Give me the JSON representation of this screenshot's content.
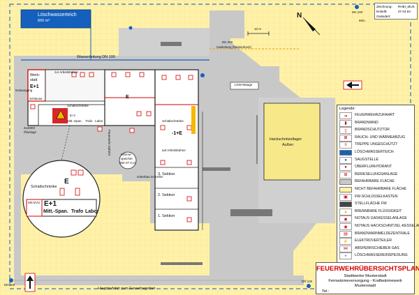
{
  "plan": {
    "pond_label": "Löschwasserteich",
    "pond_volume": "600 m³",
    "water_main": "Wasserleitung DN 100",
    "dn200_line1": "DN 200",
    "dn200_line2": "Gasleitung (Niederdruck)",
    "scale_label": "10 m",
    "north_label": "N",
    "hydrant_dn100": "DN 100",
    "hydrant_distance": "50m",
    "lkw_label": "LKW-Waage",
    "werkstatt_label1": "Werk-",
    "werkstatt_label2": "statt",
    "werkstatt_code": "E+1",
    "arbeitsbuehne": "zur Arbeitsbühne",
    "schleuse": "Schleuse",
    "notausgang": "Notausgang",
    "silo_label1": "2x4000l",
    "silo_label2": "Ölanlage",
    "schaltschraenke_1": "Schaltschränke",
    "mittelspan_1": "Mitt.-Span.",
    "trafo_1": "Trafo",
    "labor_1": "Labor",
    "e_mark": "E",
    "e1_small": "E+1",
    "feuerwehr_zufahrt": "Feuerwehr-Zufahrt",
    "waerme_label1": "Wärme-",
    "waerme_label2": "speicher",
    "waerme_label3": "850 m³ H₂O",
    "guetebau": "Güterbau im Keller",
    "schaltschraenke_2": "Schaltschränke",
    "minus1e": "-1+E",
    "auf_arbeitsbuehne": "auf Arbeitsbühne",
    "section3": "3. Sektion",
    "section2": "2. Sektion",
    "section1": "1. Sektion",
    "hackschnitzel1": "Hackschnitzellager",
    "hackschnitzel2": "Außen",
    "zoom_schalt": "Schaltschränke",
    "zoom_e": "E",
    "zoom_ms": "MS EVU",
    "zoom_e1": "E+1",
    "zoom_mittspan": "Mitt.-Span.",
    "zoom_trafo": "Trafo",
    "zoom_labor": "Labor",
    "dn100_bl": "DN 100",
    "dn100_br": "DN 100",
    "hauptzufahrt": "Hauptzufahrt zum Gewerbegebiet"
  },
  "meta": {
    "zeichnung_label": "Zeichnung:",
    "zeichnung_value": "RHEI_MUS",
    "erstellt_label": "Erstellt:",
    "erstellt_value": "07.04.94",
    "geaendert_label": "Geändert:",
    "geaendert_value": ""
  },
  "legend": {
    "title": "Legende:",
    "items": [
      {
        "label": "FEUERWEHRZUFAHRT",
        "icon": "arrow-right-icon",
        "color": "#d40000"
      },
      {
        "label": "BRANDWAND",
        "icon": "fire-wall-icon",
        "color": "#d40000"
      },
      {
        "label": "BRANDSCHUTZTÜR",
        "icon": "fire-door-icon",
        "color": "#d40000"
      },
      {
        "label": "RAUCH- UND WÄRMEABZUG",
        "icon": "smoke-vent-icon",
        "color": "#d40000"
      },
      {
        "label": "TREPPE UNGESCHÜTZT",
        "icon": "stairs-icon",
        "color": "#d40000"
      },
      {
        "label": "LÖSCHWASSERTEICH",
        "icon": "pond-icon",
        "color": "#1560bd"
      },
      {
        "label": "SAUGSTELLE",
        "icon": "suction-point-icon",
        "color": "#1560bd"
      },
      {
        "label": "ÜBERFLURHYDRANT",
        "icon": "hydrant-icon",
        "color": "#d40000"
      },
      {
        "label": "BERIESELUNGSANLAGE",
        "icon": "sprinkler-icon",
        "color": "#d40000"
      },
      {
        "label": "BEFAHRBARE FLÄCHE",
        "icon": "passable-area-icon",
        "color": "#c9c9c9"
      },
      {
        "label": "NICHT BEFAHRBARE FLÄCHE",
        "icon": "non-passable-area-icon",
        "color": "#fff2a8"
      },
      {
        "label": "FW-SCHLÜSSELKASTEN",
        "icon": "key-box-icon",
        "color": "#d40000"
      },
      {
        "label": "STELLFLÄCHE FW",
        "icon": "fire-truck-area-icon",
        "color": "#444444"
      },
      {
        "label": "BRENNBARE FLÜSSIGKEIT",
        "icon": "flammable-liquid-icon",
        "color": "#f5b800"
      },
      {
        "label": "NOTAUS GASKESSELANLAGE",
        "icon": "emergency-stop-gas-icon",
        "color": "#d40000"
      },
      {
        "label": "NOTAUS HACKSCHNITZEL-KESSELANLAGE",
        "icon": "emergency-stop-woodchip-icon",
        "color": "#d40000"
      },
      {
        "label": "BRANDWARNMELDEZENTRALE",
        "icon": "fire-alarm-panel-icon",
        "color": "#d40000"
      },
      {
        "label": "ELEKTROVERTEILER",
        "icon": "electrical-distributor-icon",
        "color": "#d40000"
      },
      {
        "label": "ABSPERRSCHIEBER GAS",
        "icon": "gas-valve-icon",
        "color": "#d40000"
      },
      {
        "label": "LÖSCHWASSEREINSPEISUNG",
        "icon": "water-inlet-icon",
        "color": "#1560bd"
      }
    ]
  },
  "title_block": {
    "title": "FEUERWEHRÜBERSICHTSPLAN",
    "line1": "Stadtwerke Musterstadt",
    "line2": "Fernwärmeversorgung - Kraftwärmewerk",
    "line3": "Musterstadt",
    "tel_label": "Tel.:"
  }
}
